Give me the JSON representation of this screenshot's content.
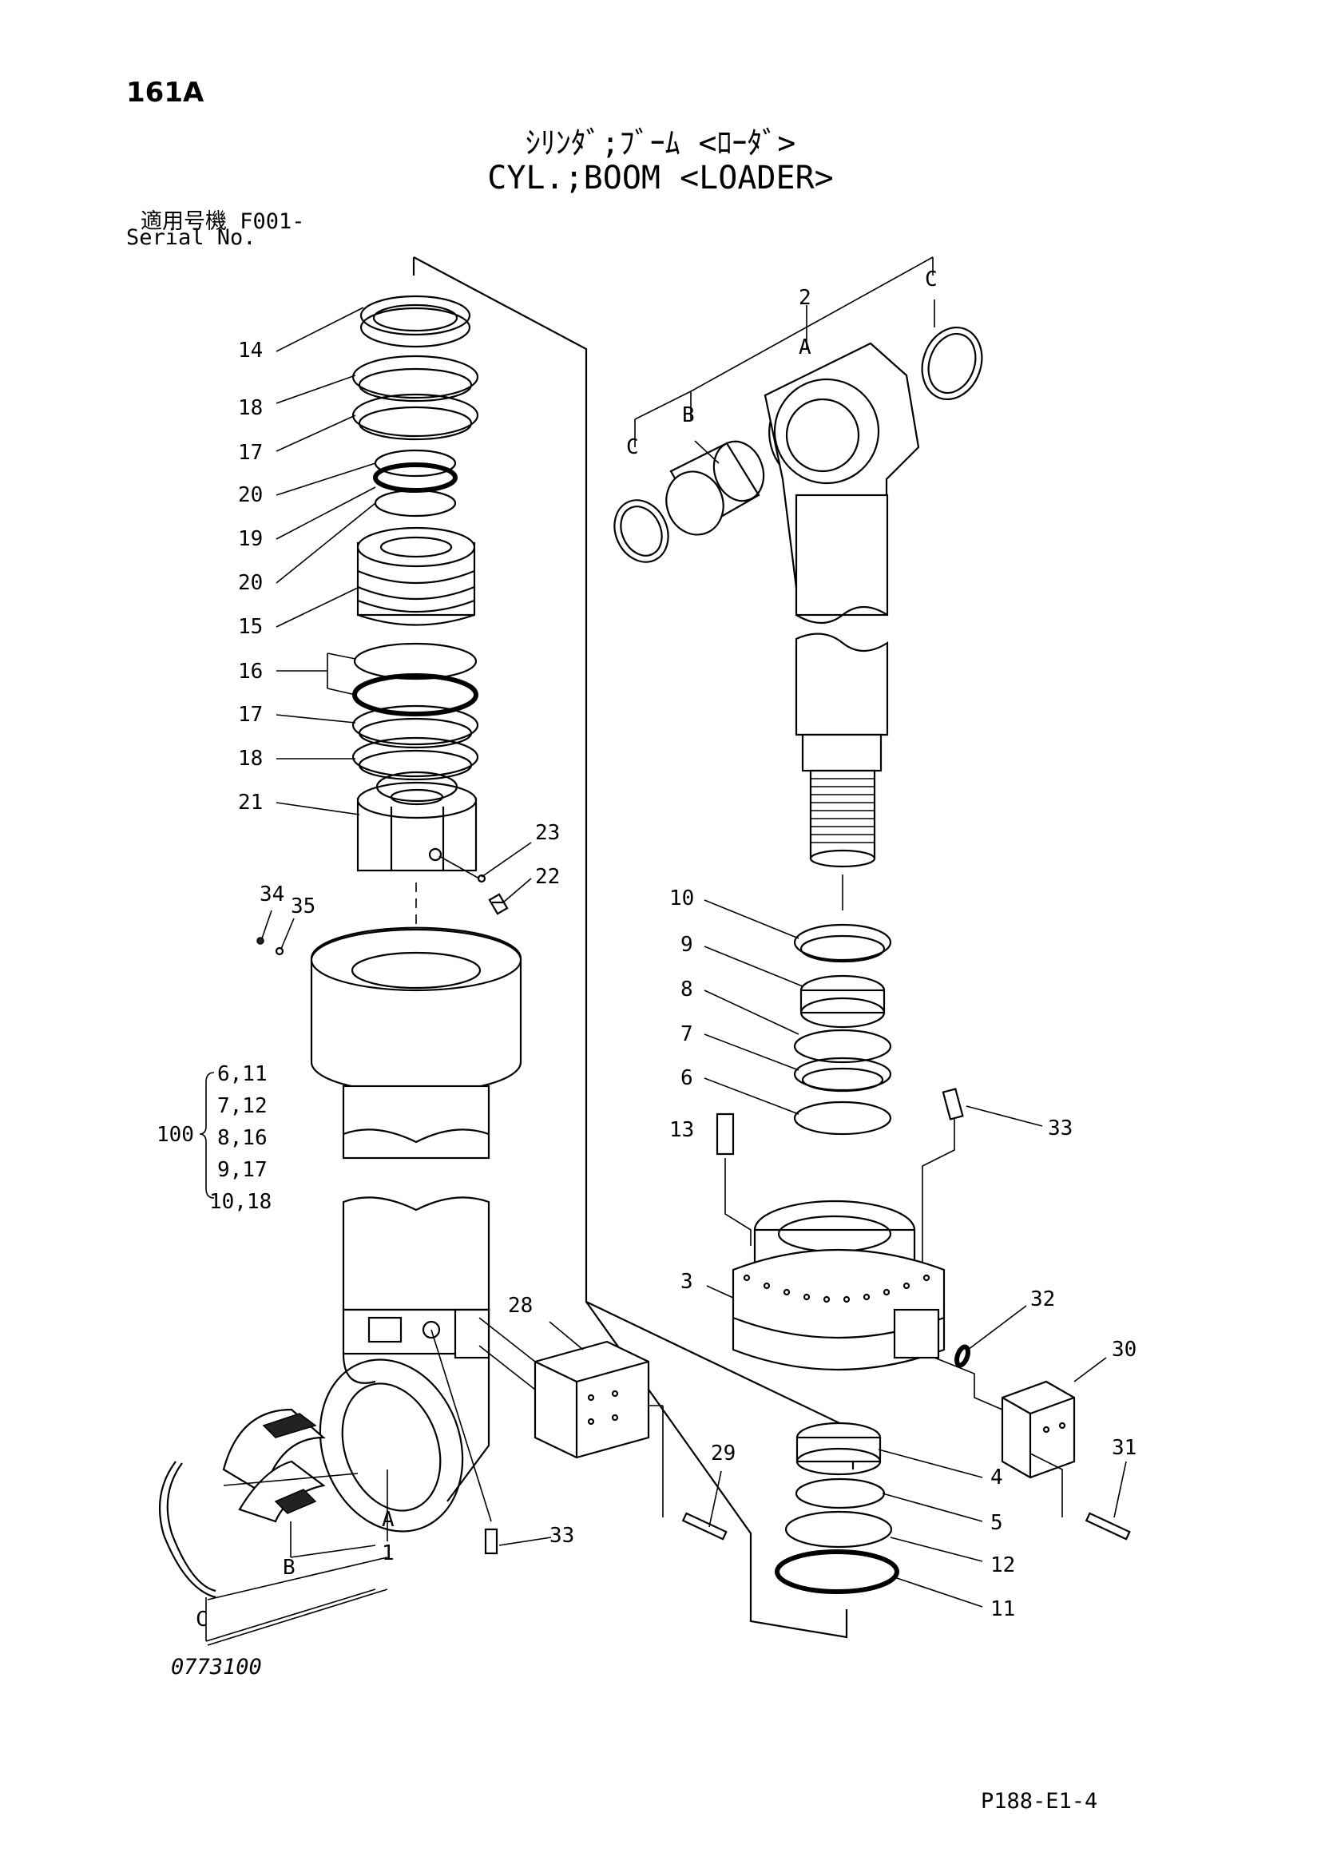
{
  "header": {
    "page_code": "161A",
    "title_jp": "ｼﾘﾝﾀﾞ;ﾌﾞｰﾑ <ﾛｰﾀﾞ>",
    "title_en": "CYL.;BOOM <LOADER>",
    "serial_label_jp": "適用号機  F001-",
    "serial_label_en": "Serial No."
  },
  "footer": {
    "drawing_number": "0773100",
    "page_ref": "P188-E1-4"
  },
  "callouts": {
    "c14": "14",
    "c18a": "18",
    "c17a": "17",
    "c20a": "20",
    "c19": "19",
    "c20b": "20",
    "c15": "15",
    "c16": "16",
    "c17b": "17",
    "c18b": "18",
    "c21": "21",
    "c23": "23",
    "c22": "22",
    "c34": "34",
    "c35": "35",
    "c28": "28",
    "c29": "29",
    "c33a": "33",
    "c1": "1",
    "cA1": "A",
    "cB1": "B",
    "cC1": "C",
    "c2": "2",
    "cA2": "A",
    "cB2": "B",
    "cC2": "C",
    "cC3": "C",
    "c10": "10",
    "c9": "9",
    "c8": "8",
    "c7": "7",
    "c6": "6",
    "c13": "13",
    "c33b": "33",
    "c3": "3",
    "c32": "32",
    "c30": "30",
    "c31": "31",
    "c4": "4",
    "c5": "5",
    "c12": "12",
    "c11": "11"
  },
  "kit_group": {
    "id": "100",
    "rows": [
      "6,11",
      "7,12",
      "8,16",
      "9,17",
      "10,18"
    ]
  }
}
